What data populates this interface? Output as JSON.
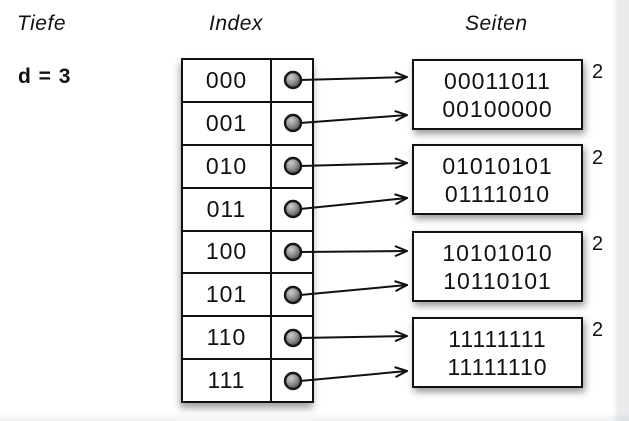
{
  "diagram": {
    "depth_title": "Tiefe",
    "depth_value": "d = 3",
    "index_title": "Index",
    "pages_title": "Seiten",
    "index_entries": [
      {
        "key": "000",
        "to_page": 0
      },
      {
        "key": "001",
        "to_page": 0
      },
      {
        "key": "010",
        "to_page": 1
      },
      {
        "key": "011",
        "to_page": 1
      },
      {
        "key": "100",
        "to_page": 2
      },
      {
        "key": "101",
        "to_page": 2
      },
      {
        "key": "110",
        "to_page": 3
      },
      {
        "key": "111",
        "to_page": 3
      }
    ],
    "pages": [
      {
        "lines": [
          "00011011",
          "00100000"
        ],
        "local_depth": "2"
      },
      {
        "lines": [
          "01010101",
          "01111010"
        ],
        "local_depth": "2"
      },
      {
        "lines": [
          "10101010",
          "10110101"
        ],
        "local_depth": "2"
      },
      {
        "lines": [
          "11111111",
          "11111110"
        ],
        "local_depth": "2"
      }
    ],
    "icons": {
      "pointer_dot": "filled-circle",
      "arrow_head": "open-chevron-right"
    },
    "colors": {
      "line": "#111111",
      "background": "#ffffff",
      "dot_fill_light": "#c9c9c9",
      "dot_fill_dark": "#3d3d3d",
      "shadow": "rgba(0,0,0,0.4)"
    }
  }
}
